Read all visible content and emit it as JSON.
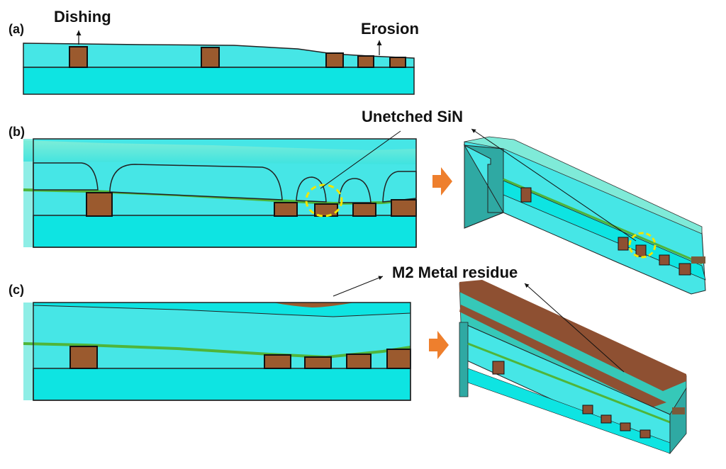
{
  "panels": {
    "a": {
      "label": "(a)"
    },
    "b": {
      "label": "(b)"
    },
    "c": {
      "label": "(c)"
    }
  },
  "annotations": {
    "dishing": "Dishing",
    "erosion": "Erosion",
    "unetched_sin": "Unetched SiN",
    "m2_metal_residue": "M2 Metal residue"
  },
  "colors": {
    "dielectric_light": "#46E6E6",
    "dielectric_base": "#0EE4E2",
    "oxide_top": "#8FEFE6",
    "copper": "#9B5A2E",
    "green_liner": "#4FB53A",
    "arrow_orange": "#EE7F2D",
    "highlight_circle": "#F2E600",
    "copper_3d": "#8E5032",
    "side_3d": "#2FA9A3"
  }
}
